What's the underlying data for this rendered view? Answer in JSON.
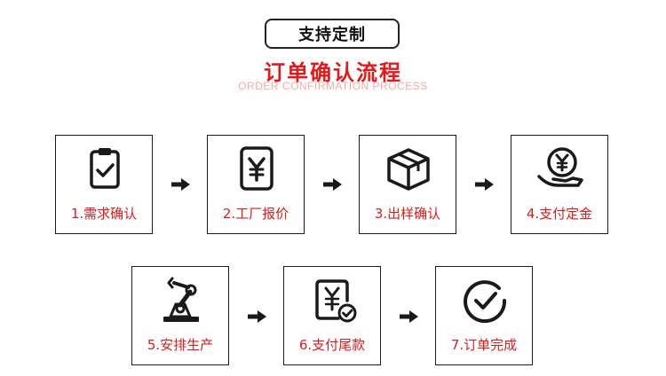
{
  "header": {
    "badge": "支持定制",
    "title": "订单确认流程",
    "subtitle": "ORDER CONFIRMATION PROCESS"
  },
  "steps": [
    {
      "label": "1.需求确认",
      "icon": "clipboard-check-icon"
    },
    {
      "label": "2.工厂报价",
      "icon": "yen-receipt-icon"
    },
    {
      "label": "3.出样确认",
      "icon": "package-box-icon"
    },
    {
      "label": "4.支付定金",
      "icon": "hand-coin-yen-icon"
    },
    {
      "label": "5.安排生产",
      "icon": "robot-arm-icon"
    },
    {
      "label": "6.支付尾款",
      "icon": "yen-invoice-check-icon"
    },
    {
      "label": "7.订单完成",
      "icon": "check-circle-icon"
    }
  ],
  "colors": {
    "accent": "#e11a1a",
    "border": "#1a1a1a",
    "icon": "#1a1a1a"
  }
}
